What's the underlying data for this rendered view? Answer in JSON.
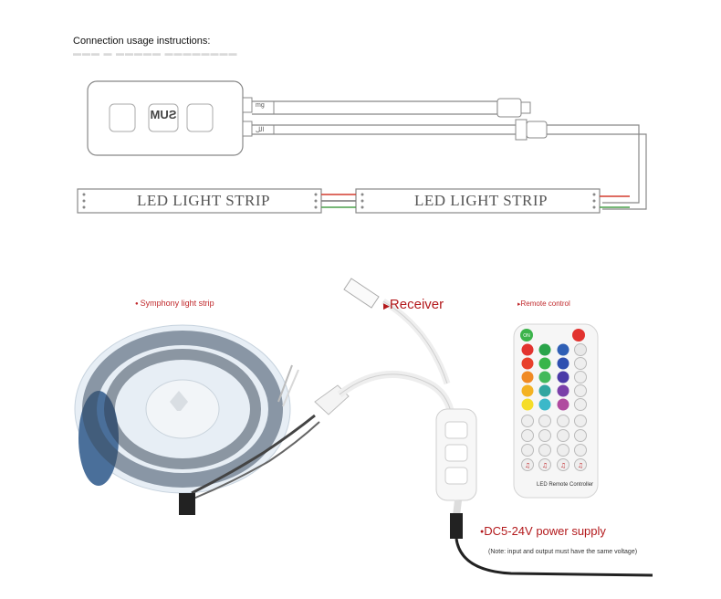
{
  "header": {
    "title": "Connection usage instructions:"
  },
  "diagram": {
    "controller_label": "SUM",
    "strip_1_label": "LED LIGHT STRIP",
    "strip_2_label": "LED LIGHT STRIP",
    "connector_top_label": "mg",
    "connector_bottom_label": "الل"
  },
  "photo": {
    "symphony_label": "Symphony light strip",
    "receiver_label": "Receiver",
    "remote_label": "Remote control",
    "power_label": "DC5-24V power supply",
    "power_note": "(Note: input and output must have the same voltage)",
    "remote_caption": "LED Remote Controller"
  },
  "colors": {
    "accent_red": "#c0282b",
    "diagram_line": "#888888",
    "wire_red": "#d33b2e",
    "wire_green": "#4aa04a"
  }
}
